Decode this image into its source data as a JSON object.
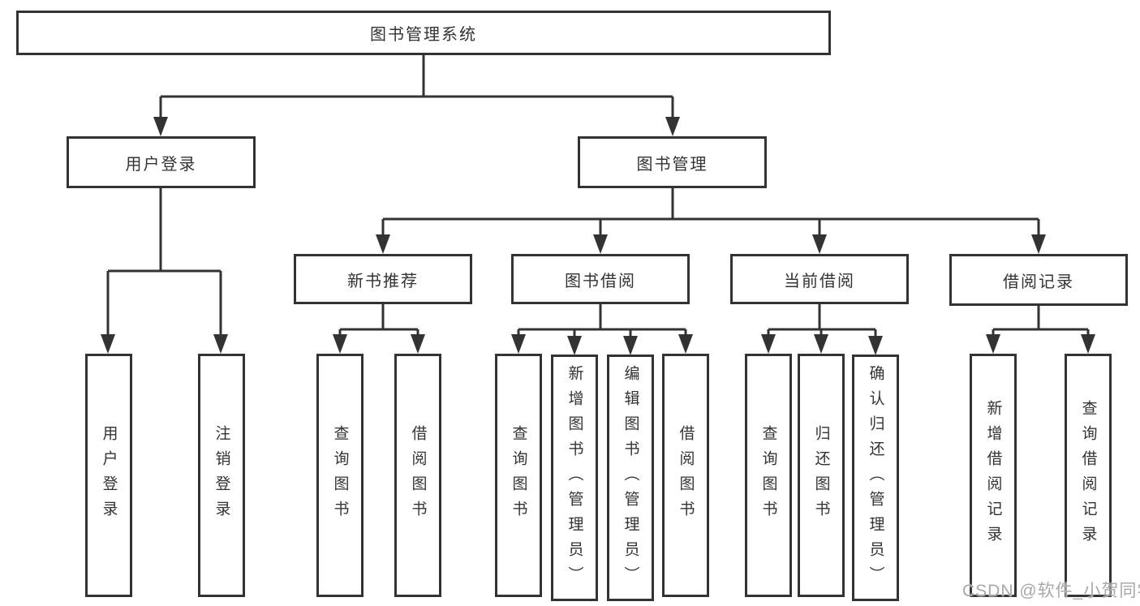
{
  "diagram": {
    "title": "图书管理系统",
    "branches": [
      {
        "label": "用户登录",
        "children": [
          {
            "label": "用户登录"
          },
          {
            "label": "注销登录"
          }
        ]
      },
      {
        "label": "图书管理",
        "children": [
          {
            "label": "新书推荐",
            "children": [
              {
                "label": "查询图书"
              },
              {
                "label": "借阅图书"
              }
            ]
          },
          {
            "label": "图书借阅",
            "children": [
              {
                "label": "查询图书"
              },
              {
                "label": "新增图书（管理员）"
              },
              {
                "label": "编辑图书（管理员）"
              },
              {
                "label": "借阅图书"
              }
            ]
          },
          {
            "label": "当前借阅",
            "children": [
              {
                "label": "查询图书"
              },
              {
                "label": "归还图书"
              },
              {
                "label": "确认归还（管理员）"
              }
            ]
          },
          {
            "label": "借阅记录",
            "children": [
              {
                "label": "新增借阅记录"
              },
              {
                "label": "查询借阅记录"
              }
            ]
          }
        ]
      }
    ]
  },
  "watermark": {
    "text": "CSDN @软件_小贺同学",
    "color": "#a8a8a8"
  },
  "colors": {
    "line": "#333333",
    "box_border": "#333333",
    "box_fill": "#ffffff",
    "text": "#333333",
    "background": "#ffffff"
  }
}
